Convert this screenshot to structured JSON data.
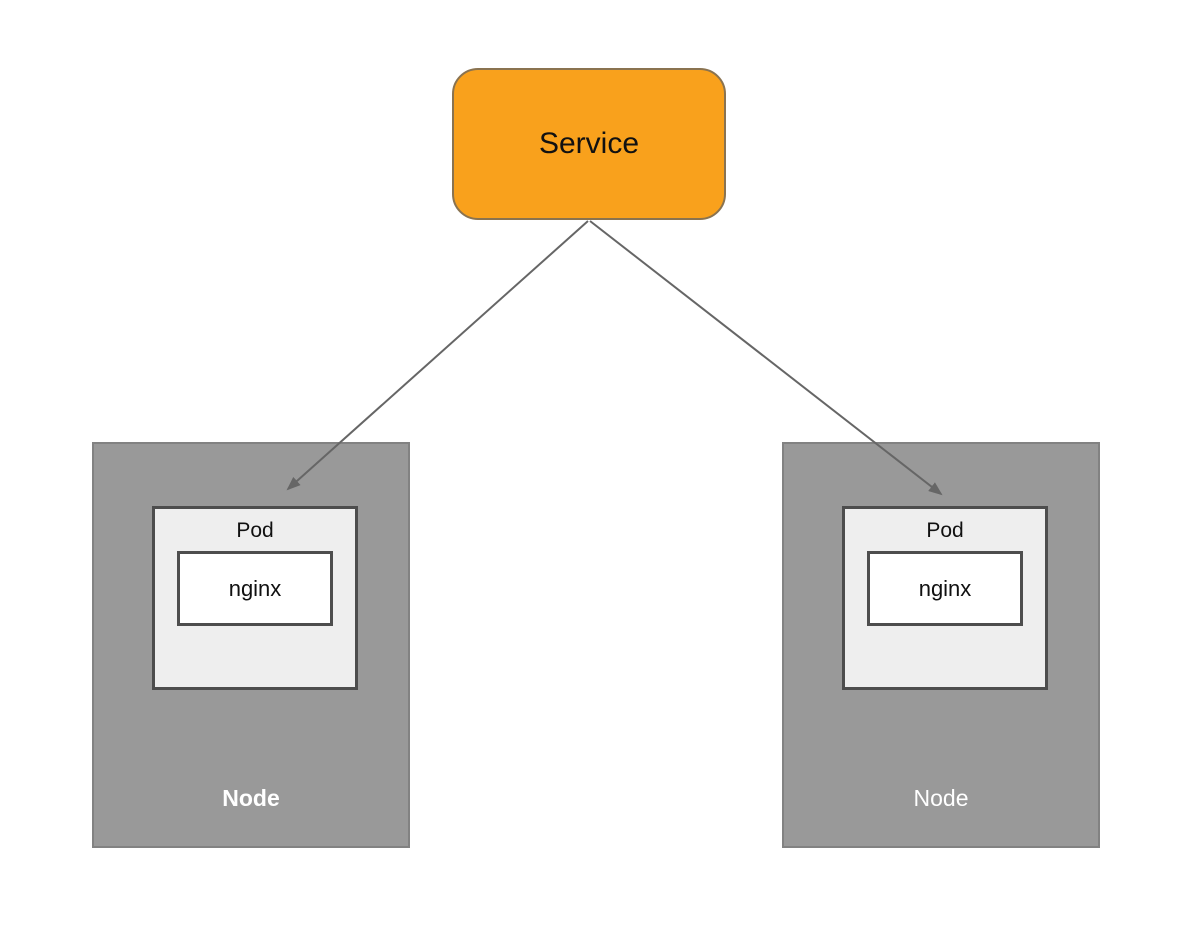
{
  "diagram": {
    "service": {
      "label": "Service"
    },
    "nodes": [
      {
        "label": "Node",
        "label_bold": true,
        "pod": {
          "label": "Pod",
          "container": "nginx"
        }
      },
      {
        "label": "Node",
        "label_bold": false,
        "pod": {
          "label": "Pod",
          "container": "nginx"
        }
      }
    ],
    "edges": [
      {
        "from": "Service",
        "to": "Pod (left node)"
      },
      {
        "from": "Service",
        "to": "Pod (right node)"
      }
    ],
    "colors": {
      "background": "#FFFFFF",
      "service_fill": "#F9A11C",
      "service_border": "#8A7350",
      "node_fill": "#999999",
      "node_border": "#828282",
      "pod_fill": "#EEEEEE",
      "pod_border": "#4D4D4D",
      "container_fill": "#FFFFFF",
      "arrow": "#666666",
      "text_dark": "#111111",
      "text_light": "#FFFFFF"
    }
  }
}
